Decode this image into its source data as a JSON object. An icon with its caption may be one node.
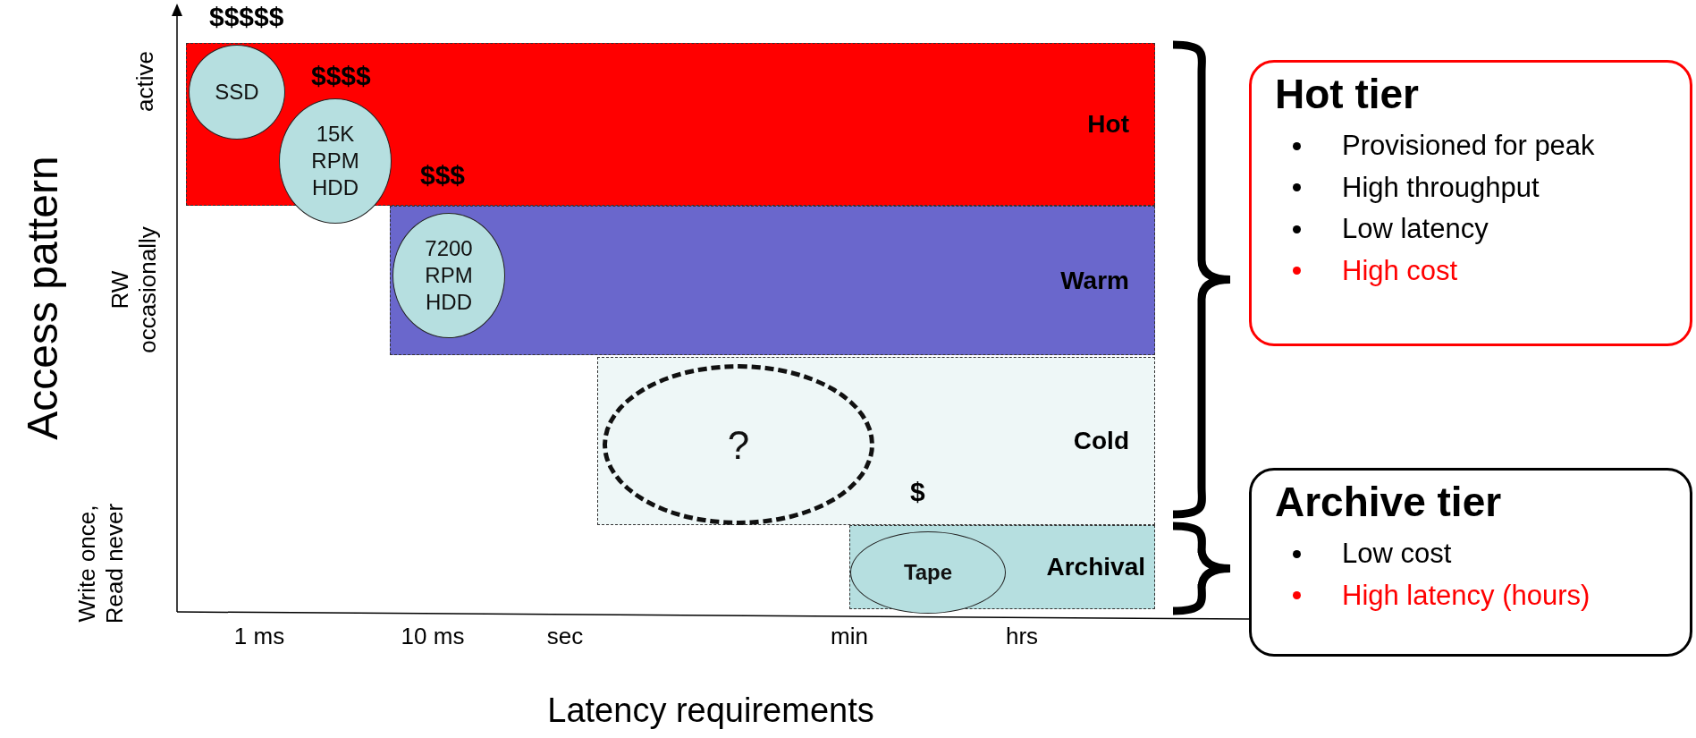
{
  "diagram": {
    "nodes": [
      {
        "text": [
          "Hot"
        ]
      },
      {
        "text": [
          "Warm"
        ]
      },
      {
        "text": [
          "Cold"
        ]
      },
      {
        "text": [
          "Archival"
        ]
      },
      {
        "text": [
          "SSD"
        ],
        "in": 0,
        "beside": [
          "$$$$$"
        ]
      },
      {
        "text": [
          "15K RPM HDD"
        ],
        "beside": [
          "$$$$"
        ]
      },
      {
        "text": [
          "7200 RPM HDD"
        ],
        "in": 1,
        "beside": [
          "$$$"
        ]
      },
      {
        "text": [
          "?"
        ],
        "in": 2
      },
      {
        "text": [
          "Tape"
        ],
        "in": 3,
        "beside": [
          "$"
        ]
      },
      {
        "text": [
          "Hot tier",
          "Provisioned for peak",
          "High throughput",
          "Low latency",
          "High cost"
        ]
      },
      {
        "text": [
          "Archive tier",
          "Low cost",
          "High latency (hours)"
        ]
      }
    ],
    "edges": [],
    "labels": [
      "Access pattern",
      "active",
      "RW occasionally",
      "Write once, Read never",
      "1 ms",
      "10 ms",
      "sec",
      "min",
      "hrs",
      "Latency requirements"
    ]
  }
}
